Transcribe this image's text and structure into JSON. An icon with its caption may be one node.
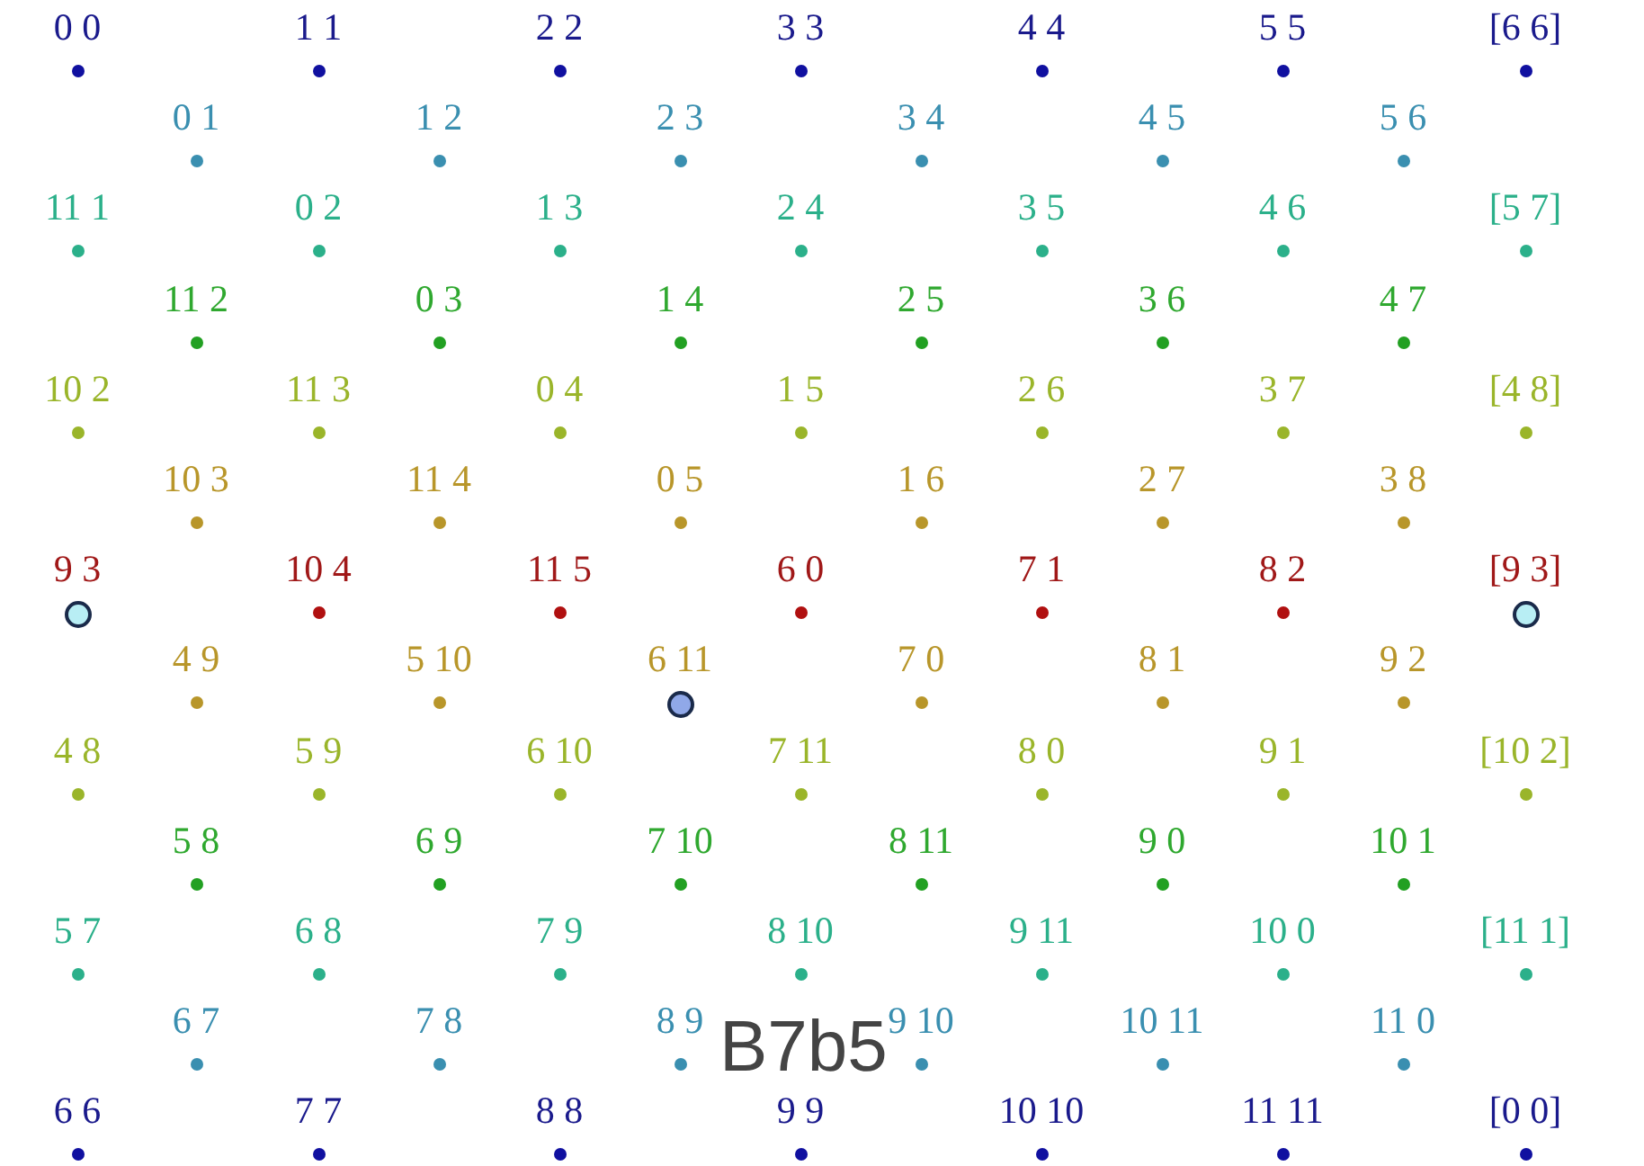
{
  "diagram": {
    "labels": [
      "0 0",
      "1 1",
      "2 2",
      "3 3",
      "4 4",
      "5 5",
      "[6 6]",
      "0 1",
      "1 2",
      "2 3",
      "3 4",
      "4 5",
      "5 6",
      "11 1",
      "0 2",
      "1 3",
      "2 4",
      "3 5",
      "4 6",
      "[5 7]",
      "11 2",
      "0 3",
      "1 4",
      "2 5",
      "3 6",
      "4 7",
      "10 2",
      "11 3",
      "0 4",
      "1 5",
      "2 6",
      "3 7",
      "[4 8]",
      "10 3",
      "11 4",
      "0 5",
      "1 6",
      "2 7",
      "3 8",
      "9 3",
      "10 4",
      "11 5",
      "6 0",
      "7 1",
      "8 2",
      "[9 3]",
      "4 9",
      "5 10",
      "6 11",
      "7 0",
      "8 1",
      "9 2",
      "4 8",
      "5 9",
      "6 10",
      "7 11",
      "8 0",
      "9 1",
      "[10 2]",
      "5 8",
      "6 9",
      "7 10",
      "8 11",
      "9 0",
      "10 1",
      "5 7",
      "6 8",
      "7 9",
      "8 10",
      "9 11",
      "10 0",
      "[11 1]",
      "6 7",
      "7 8",
      "8 9",
      "9 10",
      "10 11",
      "11 0",
      "6 6",
      "7 7",
      "8 8",
      "9 9",
      "10 10",
      "11 11",
      "[0 0]",
      "B7b5"
    ]
  }
}
